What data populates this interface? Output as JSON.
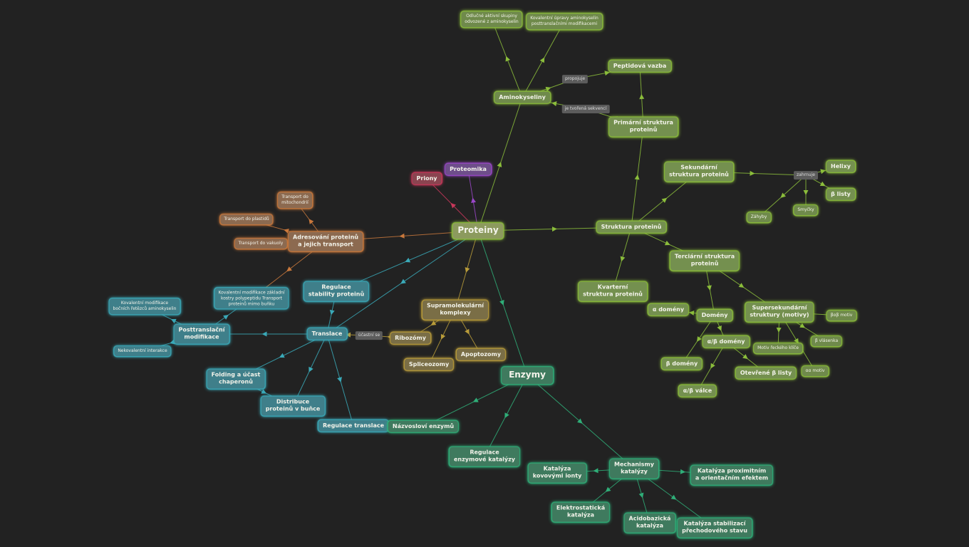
{
  "colors": {
    "background": "#222222",
    "green": "#8bbd3b",
    "orange": "#c8783c",
    "teal": "#3aa9b8",
    "jade": "#2fae78",
    "yellow": "#b99c3a",
    "pink": "#c8375a",
    "purple": "#9b47c9"
  },
  "nodes": [
    {
      "id": "proteiny",
      "text": "Proteiny",
      "color": "#8c9a5e",
      "glow": "#8bbd3b",
      "size": "root"
    },
    {
      "id": "aminokyseliny",
      "text": "Aminokyseliny",
      "color": "#6f8a4b",
      "glow": "#8bbd3b",
      "size": "s2"
    },
    {
      "id": "odstraneni",
      "text": "Odlučné aktivní skupiny\nodvozené z aminokyselin",
      "color": "#6f8a4b",
      "glow": "#8bbd3b",
      "size": "s3"
    },
    {
      "id": "kovalentni_upravy",
      "text": "Kovalentní úpravy aminokyselin\nposttranslačními modifikacemi",
      "color": "#6f8a4b",
      "glow": "#8bbd3b",
      "size": "s3"
    },
    {
      "id": "peptidova",
      "text": "Peptidová vazba",
      "color": "#74904f",
      "glow": "#8bbd3b",
      "size": "s2"
    },
    {
      "id": "primarni",
      "text": "Primární struktura\nproteinů",
      "color": "#74904f",
      "glow": "#8bbd3b",
      "size": "s2"
    },
    {
      "id": "struktura",
      "text": "Struktura proteinů",
      "color": "#74904f",
      "glow": "#8bbd3b",
      "size": "s2"
    },
    {
      "id": "sekundarni",
      "text": "Sekundární\nstruktura proteinů",
      "color": "#74904f",
      "glow": "#8bbd3b",
      "size": "s2"
    },
    {
      "id": "helixy",
      "text": "Helixy",
      "color": "#74904f",
      "glow": "#8bbd3b",
      "size": "s2"
    },
    {
      "id": "blisty",
      "text": "β listy",
      "color": "#74904f",
      "glow": "#8bbd3b",
      "size": "s2"
    },
    {
      "id": "zahyby",
      "text": "Záhyby",
      "color": "#6f8a4b",
      "glow": "#8bbd3b",
      "size": "s3"
    },
    {
      "id": "smycky",
      "text": "Smyčky",
      "color": "#6f8a4b",
      "glow": "#8bbd3b",
      "size": "s3"
    },
    {
      "id": "kvarterni",
      "text": "Kvarterní\nstruktura proteinů",
      "color": "#74904f",
      "glow": "#8bbd3b",
      "size": "s2"
    },
    {
      "id": "terciarni",
      "text": "Terciární struktura\nproteinů",
      "color": "#74904f",
      "glow": "#8bbd3b",
      "size": "s2"
    },
    {
      "id": "domeny",
      "text": "Domény",
      "color": "#74904f",
      "glow": "#8bbd3b",
      "size": "s2"
    },
    {
      "id": "alfa_domeny",
      "text": "α domény",
      "color": "#74904f",
      "glow": "#8bbd3b",
      "size": "s2"
    },
    {
      "id": "ab_domeny",
      "text": "α/β domény",
      "color": "#74904f",
      "glow": "#8bbd3b",
      "size": "s2"
    },
    {
      "id": "b_domeny",
      "text": "β domény",
      "color": "#74904f",
      "glow": "#8bbd3b",
      "size": "s2"
    },
    {
      "id": "ab_valce",
      "text": "α/β válce",
      "color": "#74904f",
      "glow": "#8bbd3b",
      "size": "s2"
    },
    {
      "id": "otevrene",
      "text": "Otevřené β listy",
      "color": "#74904f",
      "glow": "#8bbd3b",
      "size": "s2"
    },
    {
      "id": "supersekundarni",
      "text": "Supersekundární\nstruktury (motivy)",
      "color": "#74904f",
      "glow": "#8bbd3b",
      "size": "s2"
    },
    {
      "id": "bab_motiv",
      "text": "βαβ motiv",
      "color": "#6f8a4b",
      "glow": "#8bbd3b",
      "size": "s3"
    },
    {
      "id": "b_vlasenka",
      "text": "β vlásenka",
      "color": "#6f8a4b",
      "glow": "#8bbd3b",
      "size": "s3"
    },
    {
      "id": "motiv_recky",
      "text": "Motiv řeckého klíče",
      "color": "#6f8a4b",
      "glow": "#8bbd3b",
      "size": "s3"
    },
    {
      "id": "aa_motiv",
      "text": "αα motiv",
      "color": "#6f8a4b",
      "glow": "#8bbd3b",
      "size": "s3"
    },
    {
      "id": "priony",
      "text": "Priony",
      "color": "#8a4450",
      "glow": "#c8375a",
      "size": "s2"
    },
    {
      "id": "proteomika",
      "text": "Proteomika",
      "color": "#6e4e8a",
      "glow": "#9b47c9",
      "size": "s2"
    },
    {
      "id": "adresovani",
      "text": "Adresování proteinů\na jejich transport",
      "color": "#8c6a50",
      "glow": "#c8783c",
      "size": "s2"
    },
    {
      "id": "transport_mito",
      "text": "Transport do\nmitochondrií",
      "color": "#8c6a50",
      "glow": "#c8783c",
      "size": "s3"
    },
    {
      "id": "transport_plast",
      "text": "Transport do plastidů",
      "color": "#8c6a50",
      "glow": "#c8783c",
      "size": "s3"
    },
    {
      "id": "transport_vak",
      "text": "Transport do vakuoly",
      "color": "#8c6a50",
      "glow": "#c8783c",
      "size": "s3"
    },
    {
      "id": "kovalentni_kostry",
      "text": "Kovalentní modifikace základní\nkostry polypeptidu    Transport\nproteinů mimo buňku",
      "color": "#3f7f8a",
      "glow": "#3aa9b8",
      "size": "s3"
    },
    {
      "id": "regulace_stab",
      "text": "Regulace\nstability proteinů",
      "color": "#3f7f8a",
      "glow": "#3aa9b8",
      "size": "s2"
    },
    {
      "id": "translace",
      "text": "Translace",
      "color": "#3f7f8a",
      "glow": "#3aa9b8",
      "size": "s2"
    },
    {
      "id": "posttranslacni",
      "text": "Posttranslační\nmodifikace",
      "color": "#3f7f8a",
      "glow": "#3aa9b8",
      "size": "s2"
    },
    {
      "id": "kovalentni_bocnich",
      "text": "Kovalentní modifikace\nbočních řetězců aminokyselin",
      "color": "#3f7f8a",
      "glow": "#3aa9b8",
      "size": "s3"
    },
    {
      "id": "nekovalentni",
      "text": "Nekovalentní interakce",
      "color": "#3f7f8a",
      "glow": "#3aa9b8",
      "size": "s3"
    },
    {
      "id": "folding",
      "text": "Folding a účast\nchaperonů",
      "color": "#3f7f8a",
      "glow": "#3aa9b8",
      "size": "s2"
    },
    {
      "id": "distribuce",
      "text": "Distribuce\nproteinů v buňce",
      "color": "#3f7f8a",
      "glow": "#3aa9b8",
      "size": "s2"
    },
    {
      "id": "regulace_transl",
      "text": "Regulace translace",
      "color": "#3f7f8a",
      "glow": "#3aa9b8",
      "size": "s2"
    },
    {
      "id": "supramolekularni",
      "text": "Supramolekulární\nkomplexy",
      "color": "#7a6e46",
      "glow": "#b99c3a",
      "size": "s2"
    },
    {
      "id": "ribozomy",
      "text": "Ribozómy",
      "color": "#7a6e46",
      "glow": "#b99c3a",
      "size": "s2"
    },
    {
      "id": "spliceozomy",
      "text": "Spliceozomy",
      "color": "#7a6e46",
      "glow": "#b99c3a",
      "size": "s2"
    },
    {
      "id": "apoptozomy",
      "text": "Apoptozomy",
      "color": "#7a6e46",
      "glow": "#b99c3a",
      "size": "s2"
    },
    {
      "id": "enzymy",
      "text": "Enzymy",
      "color": "#3f7a5e",
      "glow": "#2fae78",
      "size": "big"
    },
    {
      "id": "nazvoslovi",
      "text": "Názvosloví enzymů",
      "color": "#3f7a5e",
      "glow": "#2fae78",
      "size": "s2"
    },
    {
      "id": "regulace_enz",
      "text": "Regulace\nenzymové katalýzy",
      "color": "#3f7a5e",
      "glow": "#2fae78",
      "size": "s2"
    },
    {
      "id": "mechanismy",
      "text": "Mechanismy\nkatalýzy",
      "color": "#3f7a5e",
      "glow": "#2fae78",
      "size": "s2"
    },
    {
      "id": "katalyza_kov",
      "text": "Katalýza\nkovovými ionty",
      "color": "#3f7a5e",
      "glow": "#2fae78",
      "size": "s2"
    },
    {
      "id": "katalyza_prox",
      "text": "Katalýza proximitním\na orientačním efektem",
      "color": "#3f7a5e",
      "glow": "#2fae78",
      "size": "s2"
    },
    {
      "id": "elektrostaticka",
      "text": "Elektrostatická\nkatalýza",
      "color": "#3f7a5e",
      "glow": "#2fae78",
      "size": "s2"
    },
    {
      "id": "acidobazicka",
      "text": "Acidobazická\nkatalýza",
      "color": "#3f7a5e",
      "glow": "#2fae78",
      "size": "s2"
    },
    {
      "id": "katalyza_stab",
      "text": "Katalýza stabilizací\npřechodového stavu",
      "color": "#3f7a5e",
      "glow": "#2fae78",
      "size": "s2"
    }
  ],
  "link_labels": [
    {
      "id": "propojuje",
      "text": "propojuje"
    },
    {
      "id": "je_tvorena",
      "text": "je tvořená sekvencí"
    },
    {
      "id": "zahrnuje",
      "text": "zahrnuje"
    },
    {
      "id": "ucastni_se",
      "text": "účastní se"
    }
  ]
}
